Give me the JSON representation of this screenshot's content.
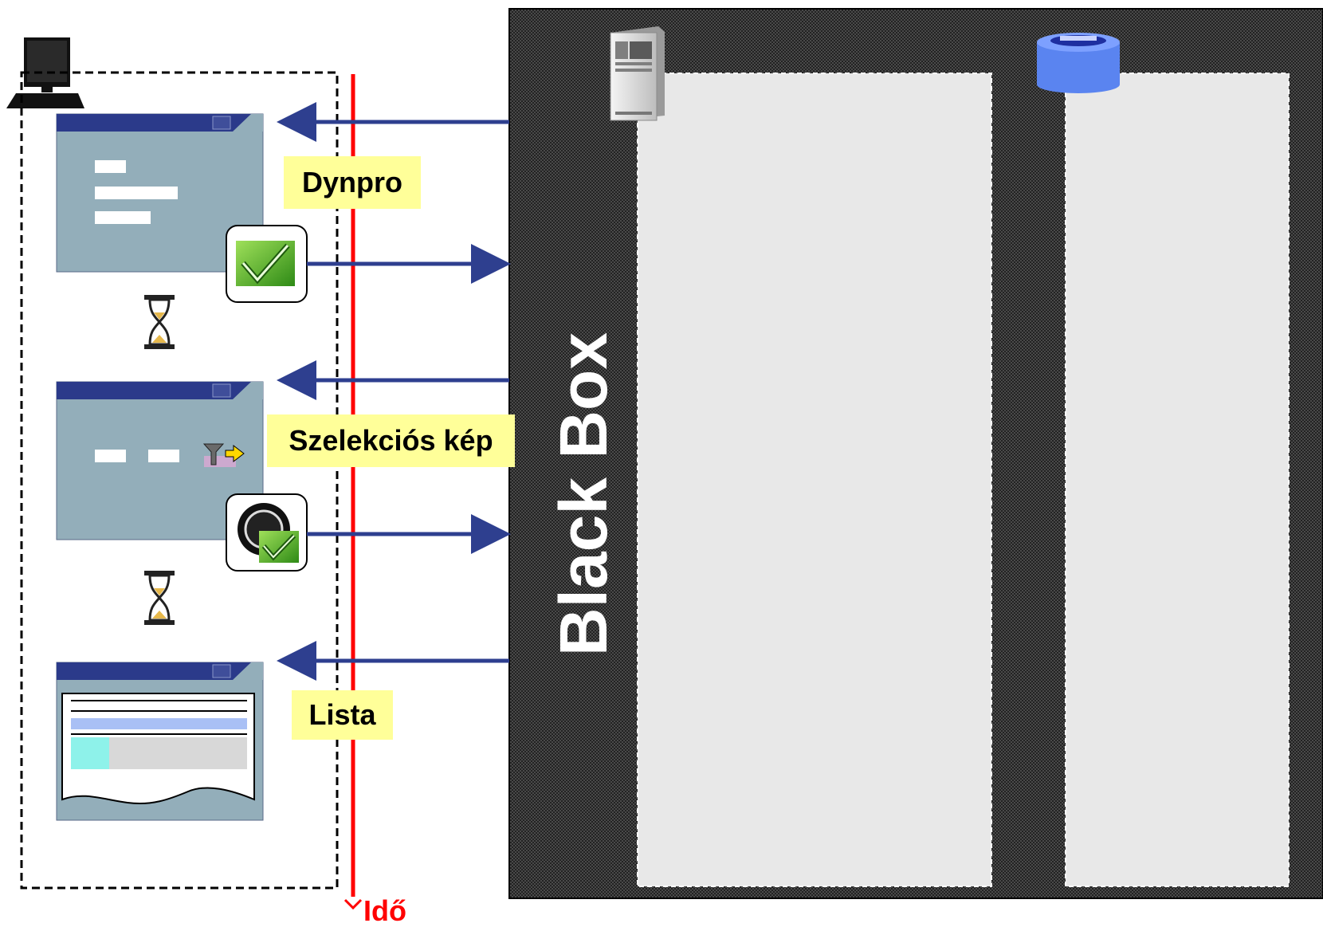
{
  "labels": {
    "dynpro": "Dynpro",
    "selection_screen": "Szelekciós kép",
    "list": "Lista"
  },
  "time_axis": {
    "label": "Idő",
    "color": "#ff0000"
  },
  "black_box": {
    "label": "Black Box"
  },
  "colors": {
    "arrow": "#2e3f8f",
    "window_body": "#93aeba",
    "window_titlebar": "#2b3a8a",
    "label_background": "#ffff99",
    "inner_panel": "#e8e8e8"
  },
  "icons": {
    "client": "computer-icon",
    "app_server": "server-tower-icon",
    "database": "database-icon",
    "confirm": "green-checkmark-icon",
    "execute": "execute-clock-checkmark-icon",
    "wait": "hourglass-icon",
    "filter": "filter-arrow-icon"
  }
}
